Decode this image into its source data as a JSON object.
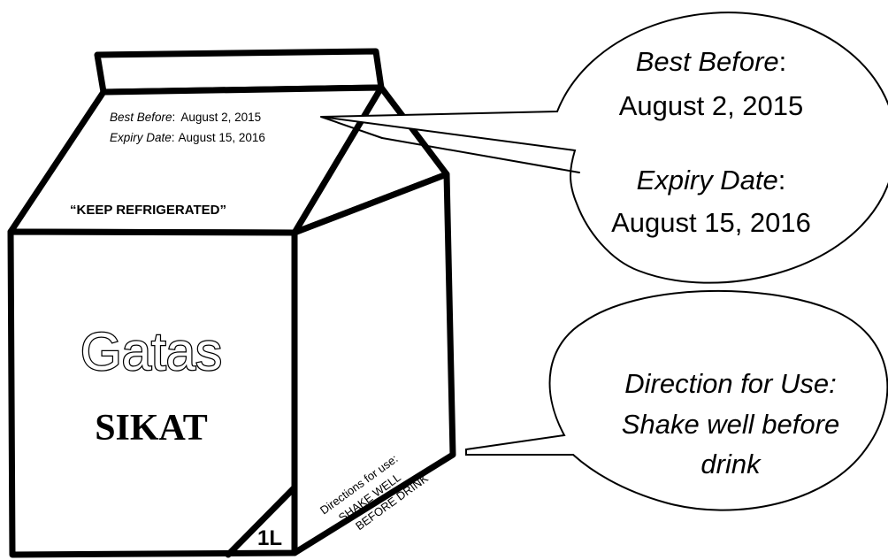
{
  "carton": {
    "best_before_label": "Best Before",
    "best_before_sep": ":",
    "best_before_value": "August 2, 2015",
    "expiry_label": "Expiry Date",
    "expiry_sep": ":",
    "expiry_value": "August 15, 2016",
    "keep_refrigerated": "“KEEP REFRIGERATED”",
    "brand": "Gatas",
    "sub_brand": "SIKAT",
    "directions_line1": "Directions for use:",
    "directions_line2": "SHAKE WELL",
    "directions_line3": "BEFORE DRINK",
    "volume": "1L"
  },
  "callout_dates": {
    "best_before_label": "Best Before",
    "best_before_sep": ":",
    "best_before_value": "August 2, 2015",
    "expiry_label": "Expiry Date",
    "expiry_sep": ":",
    "expiry_value": "August 15, 2016"
  },
  "callout_directions": {
    "line1": "Direction for Use:",
    "line2": "Shake well before",
    "line3": "drink"
  },
  "colors": {
    "ink": "#000000",
    "background": "#ffffff"
  }
}
